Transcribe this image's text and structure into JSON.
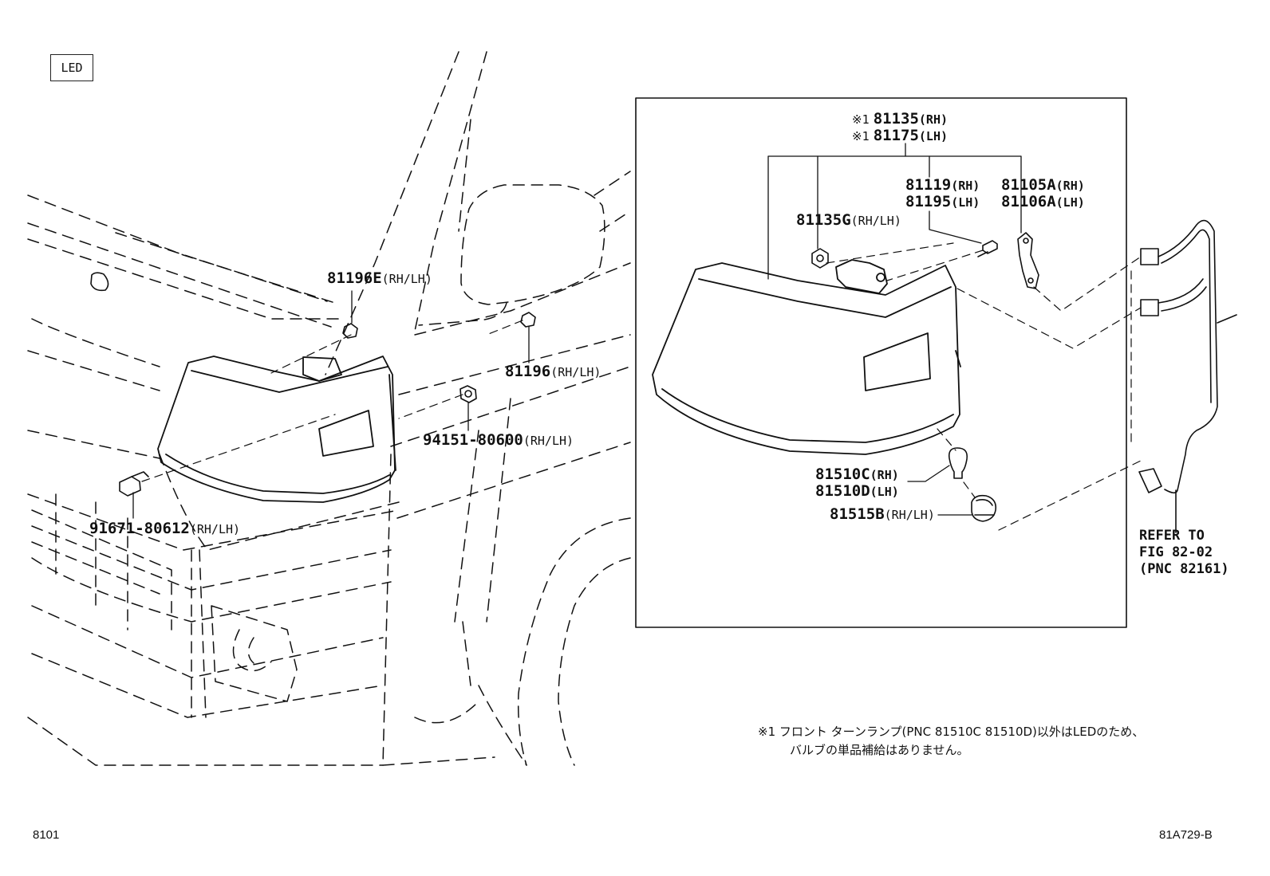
{
  "legend_tag": "LED",
  "labels": {
    "bolt": {
      "pn": "91671-80612",
      "suffix": "(RH/LH)"
    },
    "nut": {
      "pn": "94151-80600",
      "suffix": "(RH/LH)"
    },
    "clip_e": {
      "pn": "81196E",
      "suffix": "(RH/LH)"
    },
    "clip": {
      "pn": "81196",
      "suffix": "(RH/LH)"
    },
    "lamp_rh": {
      "mark": "※1",
      "pn": "81135",
      "suffix": "(RH)"
    },
    "lamp_lh": {
      "mark": "※1",
      "pn": "81175",
      "suffix": "(LH)"
    },
    "socket_g": {
      "pn": "81135G",
      "suffix": "(RH/LH)"
    },
    "screw_rh": {
      "pn": "81119",
      "suffix": "(RH)"
    },
    "screw_lh": {
      "pn": "81195",
      "suffix": "(LH)"
    },
    "bracket_rh": {
      "pn": "81105A",
      "suffix": "(RH)"
    },
    "bracket_lh": {
      "pn": "81106A",
      "suffix": "(LH)"
    },
    "bulb_rh": {
      "pn": "81510C",
      "suffix": "(RH)"
    },
    "bulb_lh": {
      "pn": "81510D",
      "suffix": "(LH)"
    },
    "bulb_socket": {
      "pn": "81515B",
      "suffix": "(RH/LH)"
    }
  },
  "refer": {
    "line1": "REFER TO",
    "line2": "FIG 82-02",
    "line3": "(PNC 82161)"
  },
  "footnote": {
    "mark": "※1",
    "line1": "フロント ターンランプ(PNC 81510C 81510D)以外はLEDのため、",
    "line2": "バルブの単品補給はありません。"
  },
  "fig_number": "8101",
  "illustration_id": "81A729-B",
  "colors": {
    "ink": "#111111",
    "paper": "#ffffff",
    "light_fill": "#f2f2f2"
  }
}
